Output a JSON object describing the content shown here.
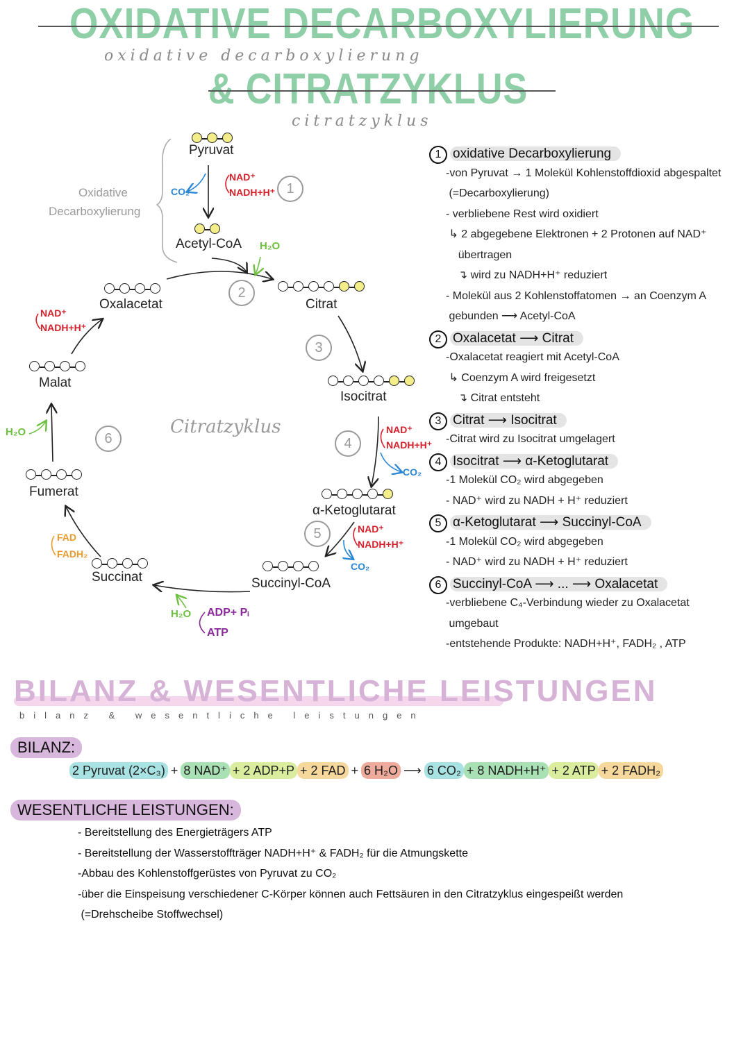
{
  "header": {
    "title_line1": "OXIDATIVE DECARBOXYLIERUNG",
    "title_line2": "& CITRATZYKLUS",
    "cursive_line1": "oxidative decarboxylierung",
    "cursive_line2": "citratzyklus",
    "title_color": "#8fcfa8"
  },
  "diagram": {
    "center_label": "Citratzyklus",
    "side_label_1": "Oxidative",
    "side_label_2": "Decarboxylierung",
    "molecules": {
      "pyruvat": {
        "label": "Pyruvat",
        "carbons": 3,
        "highlight": [
          0,
          1,
          2
        ]
      },
      "acetylcoa": {
        "label": "Acetyl-CoA",
        "carbons": 2,
        "highlight": [
          0,
          1
        ]
      },
      "oxalacetat": {
        "label": "Oxalacetat",
        "carbons": 4,
        "highlight": []
      },
      "citrat": {
        "label": "Citrat",
        "carbons": 6,
        "highlight": [
          4,
          5
        ]
      },
      "isocitrat": {
        "label": "Isocitrat",
        "carbons": 6,
        "highlight": [
          4,
          5
        ]
      },
      "ketoglutarat": {
        "label": "α-Ketoglutarat",
        "carbons": 5,
        "highlight": [
          4
        ]
      },
      "succinylcoa": {
        "label": "Succinyl-CoA",
        "carbons": 4,
        "highlight": []
      },
      "succinat": {
        "label": "Succinat",
        "carbons": 4,
        "highlight": []
      },
      "fumerat": {
        "label": "Fumerat",
        "carbons": 4,
        "highlight": []
      },
      "malat": {
        "label": "Malat",
        "carbons": 4,
        "highlight": []
      }
    },
    "steps": [
      "1",
      "2",
      "3",
      "4",
      "5",
      "6"
    ],
    "cofactors": {
      "co2_1": "CO₂",
      "nad_1": "NAD⁺",
      "nadh_1": "NADH+H⁺",
      "h2o_2": "H₂O",
      "nad_4": "NAD⁺",
      "nadh_4": "NADH+H⁺",
      "co2_4": "CO₂",
      "nad_5": "NAD⁺",
      "nadh_5": "NADH+H⁺",
      "co2_5": "CO₂",
      "adp": "ADP+ Pᵢ",
      "atp": "ATP",
      "h2o_succ": "H₂O",
      "fad": "FAD",
      "fadh2": "FADH₂",
      "h2o_fum": "H₂O",
      "nad_mal": "NAD⁺",
      "nadh_mal": "NADH+H⁺"
    },
    "colors": {
      "carbon_highlight": "#f4ee8a",
      "nad": "#d3202a",
      "co2": "#2a86d6",
      "h2o": "#6cbf3f",
      "fad": "#e89a2a",
      "atp": "#8a2a9a"
    }
  },
  "notes": [
    {
      "type": "head",
      "num": "1",
      "text": "oxidative Decarboxylierung"
    },
    {
      "type": "line",
      "text": "-von Pyruvat → 1 Molekül Kohlenstoffdioxid abgespaltet"
    },
    {
      "type": "line",
      "text": " (=Decarboxylierung)"
    },
    {
      "type": "line",
      "text": "- verbliebene Rest wird oxidiert"
    },
    {
      "type": "line",
      "text": " ↳ 2 abgegebene Elektronen + 2 Protonen auf NAD⁺"
    },
    {
      "type": "line",
      "text": "    übertragen"
    },
    {
      "type": "line",
      "text": "    ↴ wird zu NADH+H⁺ reduziert"
    },
    {
      "type": "line",
      "text": "- Molekül aus 2 Kohlenstoffatomen → an Coenzym A"
    },
    {
      "type": "line",
      "text": " gebunden ⟶ Acetyl-CoA"
    },
    {
      "type": "head",
      "num": "2",
      "text": "Oxalacetat ⟶ Citrat"
    },
    {
      "type": "line",
      "text": "-Oxalacetat reagiert mit Acetyl-CoA"
    },
    {
      "type": "line",
      "text": " ↳ Coenzym A wird freigesetzt"
    },
    {
      "type": "line",
      "text": "    ↴ Citrat entsteht"
    },
    {
      "type": "head",
      "num": "3",
      "text": "Citrat ⟶ Isocitrat"
    },
    {
      "type": "line",
      "text": "-Citrat wird zu Isocitrat umgelagert"
    },
    {
      "type": "head",
      "num": "4",
      "text": "Isocitrat ⟶ α-Ketoglutarat"
    },
    {
      "type": "line",
      "text": "-1 Molekül CO₂ wird abgegeben"
    },
    {
      "type": "line",
      "text": "- NAD⁺ wird zu NADH + H⁺ reduziert"
    },
    {
      "type": "head",
      "num": "5",
      "text": "α-Ketoglutarat ⟶ Succinyl-CoA"
    },
    {
      "type": "line",
      "text": "-1 Molekül CO₂ wird abgegeben"
    },
    {
      "type": "line",
      "text": "- NAD⁺ wird zu NADH + H⁺ reduziert"
    },
    {
      "type": "head",
      "num": "6",
      "text": "Succinyl-CoA ⟶ ... ⟶ Oxalacetat"
    },
    {
      "type": "line",
      "text": "-verbliebene C₄-Verbindung wieder zu Oxalacetat"
    },
    {
      "type": "line",
      "text": " umgebaut"
    },
    {
      "type": "line",
      "text": "-entstehende Produkte: NADH+H⁺, FADH₂ , ATP"
    }
  ],
  "bilanz": {
    "section_title": "BILANZ & WESENTLICHE LEISTUNGEN",
    "section_cursive": "bilanz & wesentliche leistungen",
    "label": "BILANZ:",
    "equation": [
      {
        "text": "2 Pyruvat (2×C₃)",
        "color": "#a8e2e2"
      },
      {
        "text": "+",
        "color": ""
      },
      {
        "text": "8 NAD⁺",
        "color": "#a9e0b4"
      },
      {
        "text": "+ 2 ADP+P",
        "color": "#daed9f"
      },
      {
        "text": "+ 2 FAD",
        "color": "#f6d79c"
      },
      {
        "text": "+",
        "color": ""
      },
      {
        "text": "6 H₂O",
        "color": "#eeab9c"
      },
      {
        "text": "⟶",
        "color": ""
      },
      {
        "text": "6 CO₂",
        "color": "#a8e2e2"
      },
      {
        "text": "+ 8 NADH+H⁺",
        "color": "#a9e0b4"
      },
      {
        "text": "+ 2 ATP",
        "color": "#daed9f"
      },
      {
        "text": "+ 2 FADH₂",
        "color": "#f6d79c"
      }
    ],
    "leistungen_label": "WESENTLICHE LEISTUNGEN:",
    "leistungen": [
      "- Bereitstellung des Energieträgers ATP",
      "- Bereitstellung der Wasserstoffträger NADH+H⁺ & FADH₂ für die Atmungskette",
      "-Abbau des Kohlenstoffgerüstes von Pyruvat zu CO₂",
      "-über die Einspeisung verschiedener C-Körper können auch Fettsäuren in den Citratzyklus eingespeißt werden",
      " (=Drehscheibe Stoffwechsel)"
    ],
    "heading_color": "#d6b2d6"
  }
}
